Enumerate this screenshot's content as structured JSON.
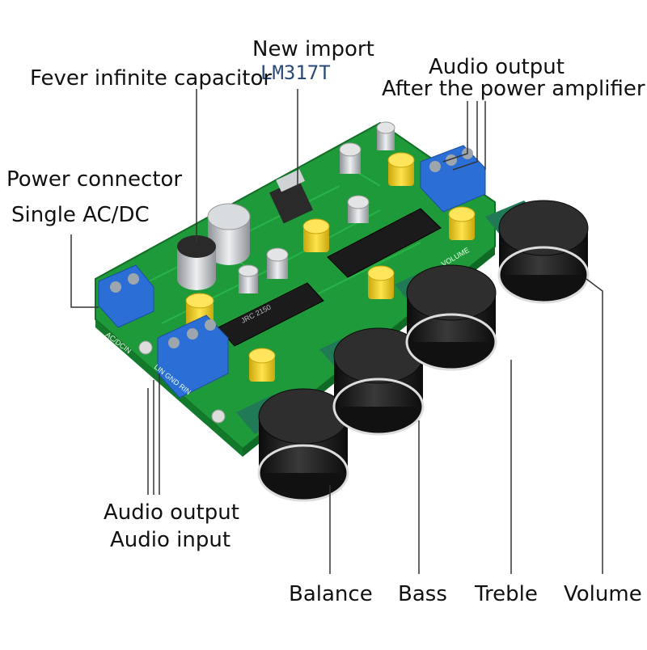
{
  "labels": {
    "new_import": "New import",
    "lm317t": "LM317T",
    "fever_capacitor": "Fever infinite capacitor",
    "audio_output_top": "Audio output",
    "after_amplifier": "After the power amplifier",
    "power_connector": "Power connector",
    "single_acdc": "Single AC/DC",
    "audio_output_bottom": "Audio output",
    "audio_input": "Audio input",
    "balance": "Balance",
    "bass": "Bass",
    "treble": "Treble",
    "volume": "Volume"
  },
  "board_text": {
    "ac_dc_in": "AC/DCIN",
    "lin_gnd_rin": "LIN GND RIN",
    "volume_mark": "VOLUME"
  },
  "colors": {
    "pcb": "#1f9a3a",
    "terminal": "#2b6fd6",
    "knob": "#1a1a1a",
    "pot_base": "#1f7a55",
    "cap_yellow": "#f2cf1c",
    "cap_silver": "#c9ccd0",
    "chip": "#1b1b1b",
    "label_blue": "#2b4a78"
  }
}
